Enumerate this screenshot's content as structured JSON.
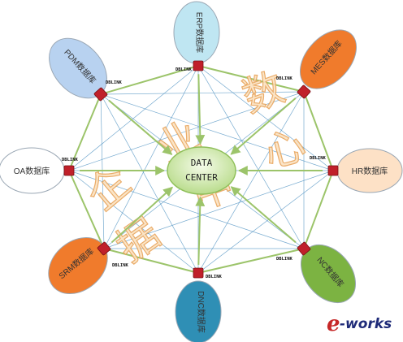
{
  "center": {
    "line1": "DATA",
    "line2": "CENTER"
  },
  "link_label": "DBLINK",
  "nodes": [
    {
      "id": "erp",
      "label": "ERP数据库",
      "color": "#bfe6f2"
    },
    {
      "id": "mes",
      "label": "MES数据库",
      "color": "#f07b2c"
    },
    {
      "id": "hr",
      "label": "HR数据库",
      "color": "#fde1c6"
    },
    {
      "id": "nc",
      "label": "NC数据库",
      "color": "#7cb342"
    },
    {
      "id": "dnc",
      "label": "DNC数据库",
      "color": "#2f8fb5"
    },
    {
      "id": "srm",
      "label": "SRM数据库",
      "color": "#f07b2c"
    },
    {
      "id": "oa",
      "label": "OA数据库",
      "color": "#ffffff"
    },
    {
      "id": "pdm",
      "label": "PDM数据库",
      "color": "#b8d2f0"
    }
  ],
  "decor_chars": [
    "企",
    "业",
    "数",
    "据",
    "中",
    "心"
  ],
  "logo": {
    "e": "e",
    "rest": "-works"
  },
  "colors": {
    "line": "#4a8fc0",
    "arrow": "#9cc46a",
    "port": "#c0202a"
  }
}
